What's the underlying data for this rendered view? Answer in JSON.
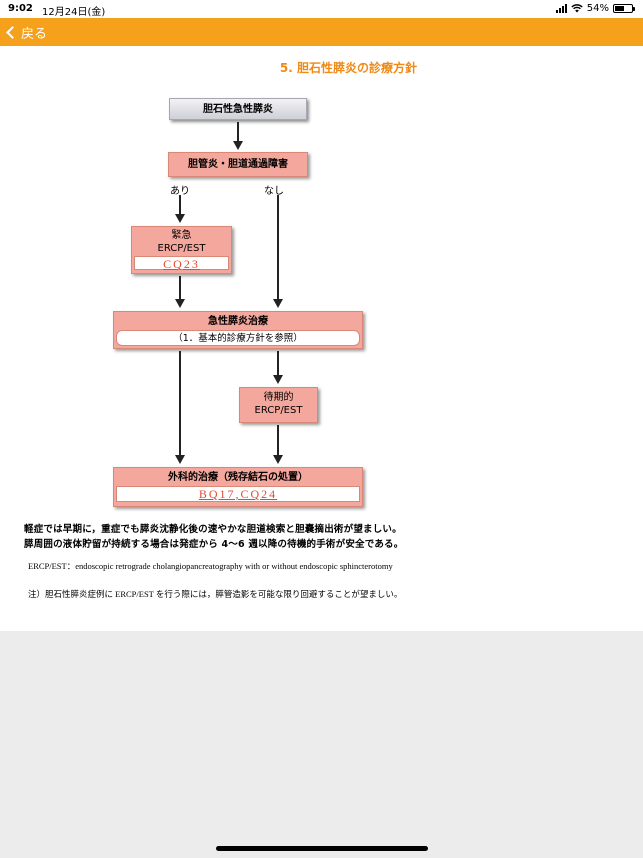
{
  "status_bar": {
    "time": "9:02",
    "date": "12月24日(金)",
    "battery_text": "54%",
    "battery_level": 0.54
  },
  "nav": {
    "back_label": "戻る"
  },
  "title": "5. 胆石性膵炎の診療方針",
  "flowchart": {
    "box1": "胆石性急性膵炎",
    "box2": "胆管炎・胆道通過障害",
    "yes": "あり",
    "no": "なし",
    "box3_line1": "緊急",
    "box3_line2": "ERCP/EST",
    "box3_ref": "CQ23",
    "box4_title": "急性膵炎治療",
    "box4_sub": "（1．基本的診療方針を参照）",
    "box5_line1": "待期的",
    "box5_line2": "ERCP/EST",
    "box6_title": "外科的治療（残存結石の処置）",
    "box6_ref": "BQ17,CQ24"
  },
  "notes": {
    "line1": "軽症では早期に，重症でも膵炎沈静化後の速やかな胆道検索と胆嚢摘出術が望ましい。",
    "line2": "膵周囲の液体貯留が持続する場合は発症から 4〜6 週以降の待機的手術が安全である。"
  },
  "footnotes": {
    "abbr": "ERCP/EST：endoscopic retrograde cholangiopancreatography with or without endoscopic sphincterotomy",
    "note": "注）胆石性膵炎症例に ERCP/EST を行う際には，膵管造影を可能な限り回避することが望ましい。"
  }
}
